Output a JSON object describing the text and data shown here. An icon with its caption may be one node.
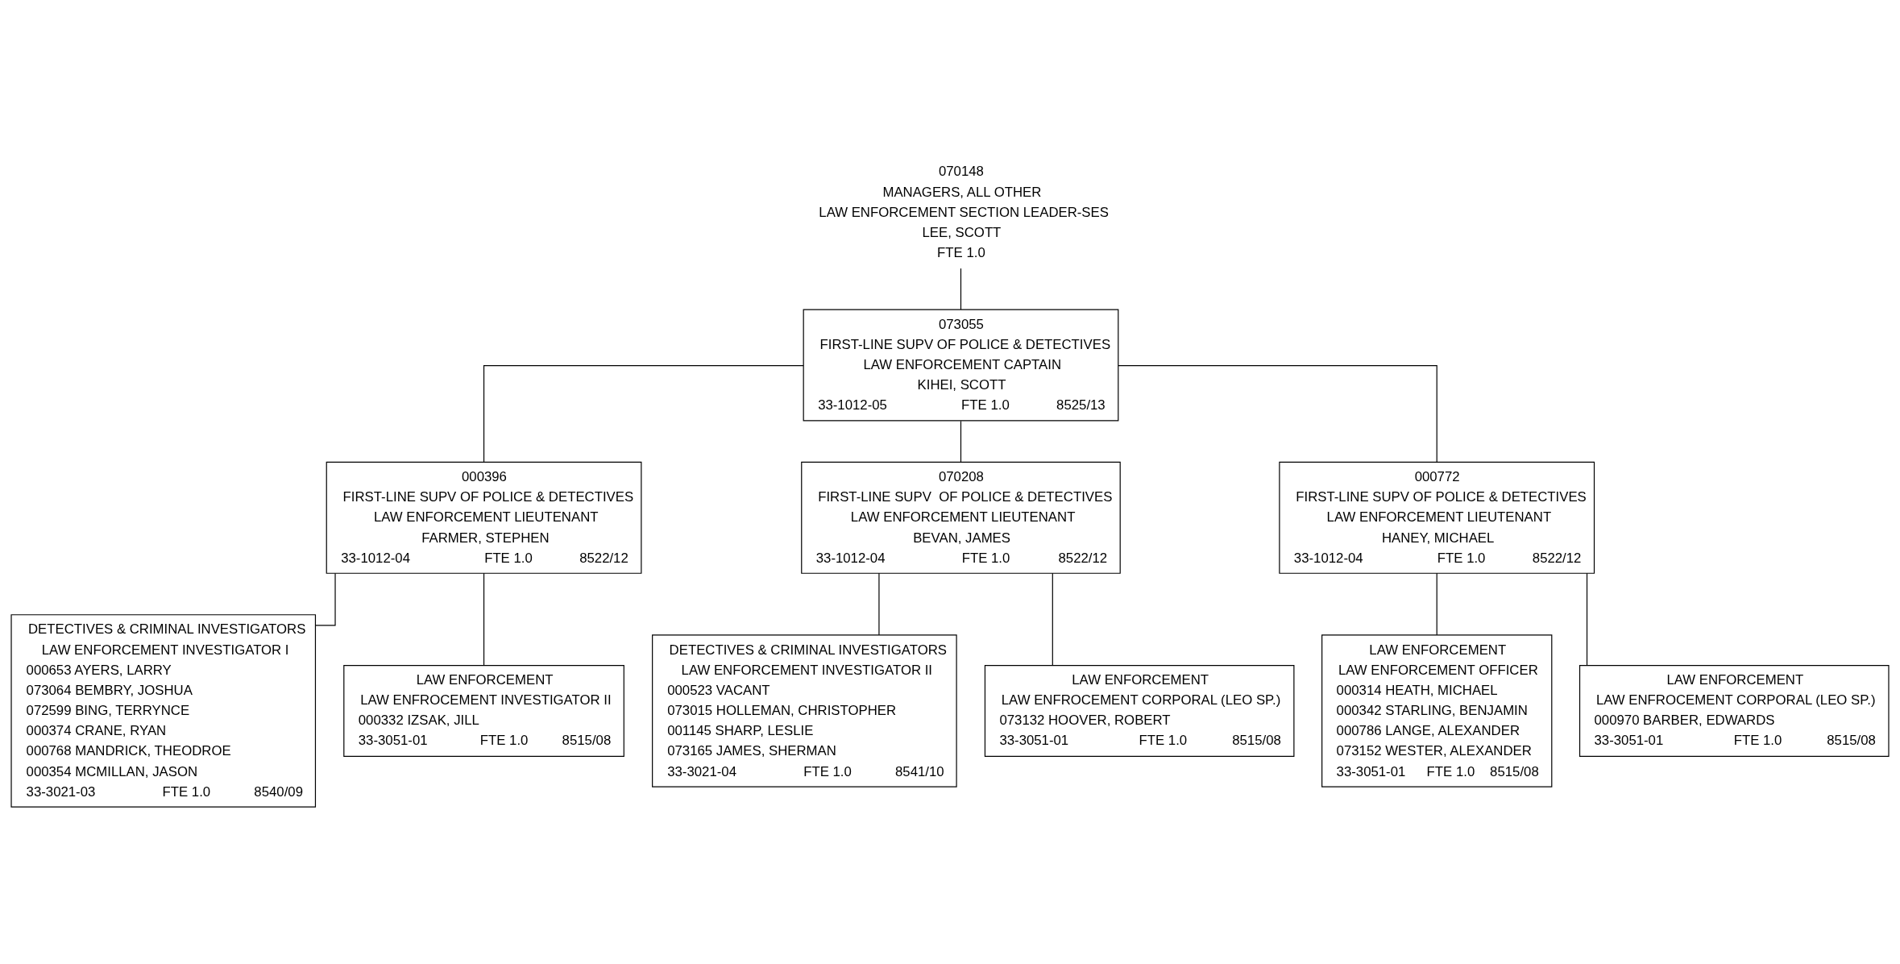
{
  "diagram": {
    "nodes": [
      {
        "text": [
          "070148",
          "MANAGERS, ALL OTHER",
          "LAW ENFORCEMENT SECTION LEADER-SES",
          "LEE, SCOTT",
          "FTE 1.0"
        ]
      },
      {
        "text": [
          "073055",
          "FIRST-LINE SUPV OF POLICE & DETECTIVES",
          "LAW ENFORCEMENT CAPTAIN",
          "KIHEI, SCOTT",
          "33-1012-05",
          "FTE 1.0",
          "8525/13"
        ]
      },
      {
        "text": [
          "000396",
          "FIRST-LINE SUPV OF POLICE & DETECTIVES",
          "LAW ENFORCEMENT LIEUTENANT",
          "FARMER, STEPHEN",
          "33-1012-04",
          "FTE 1.0",
          "8522/12"
        ]
      },
      {
        "text": [
          "070208",
          "FIRST-LINE SUPV  OF POLICE & DETECTIVES",
          "LAW ENFORCEMENT LIEUTENANT",
          "BEVAN, JAMES",
          "33-1012-04",
          "FTE 1.0",
          "8522/12"
        ]
      },
      {
        "text": [
          "000772",
          "FIRST-LINE SUPV OF POLICE & DETECTIVES",
          "LAW ENFORCEMENT LIEUTENANT",
          "HANEY, MICHAEL",
          "33-1012-04",
          "FTE 1.0",
          "8522/12"
        ]
      },
      {
        "text": [
          "DETECTIVES & CRIMINAL INVESTIGATORS",
          "LAW ENFORCEMENT INVESTIGATOR I",
          "000653 AYERS, LARRY",
          "073064 BEMBRY, JOSHUA",
          "072599 BING, TERRYNCE",
          "000374 CRANE, RYAN",
          "000768 MANDRICK, THEODROE",
          "000354 MCMILLAN, JASON",
          "33-3021-03",
          "FTE 1.0",
          "8540/09"
        ]
      },
      {
        "text": [
          "LAW ENFORCEMENT",
          "LAW ENFROCEMENT INVESTIGATOR II",
          "000332 IZSAK, JILL",
          "33-3051-01",
          "FTE 1.0",
          "8515/08"
        ]
      },
      {
        "text": [
          "DETECTIVES & CRIMINAL INVESTIGATORS",
          "LAW ENFORCEMENT INVESTIGATOR II",
          "000523 VACANT",
          "073015 HOLLEMAN, CHRISTOPHER",
          "001145 SHARP, LESLIE",
          "073165 JAMES, SHERMAN",
          "33-3021-04",
          "FTE 1.0",
          "8541/10"
        ]
      },
      {
        "text": [
          "LAW ENFORCEMENT",
          "LAW ENFROCEMENT CORPORAL (LEO SP.)",
          "073132 HOOVER, ROBERT",
          "33-3051-01",
          "FTE 1.0",
          "8515/08"
        ]
      },
      {
        "text": [
          "LAW ENFORCEMENT",
          "LAW ENFORCEMENT OFFICER",
          "000314 HEATH, MICHAEL",
          "000342 STARLING, BENJAMIN",
          "000786 LANGE, ALEXANDER",
          "073152 WESTER, ALEXANDER",
          "33-3051-01",
          "FTE 1.0",
          "8515/08"
        ]
      },
      {
        "text": [
          "LAW ENFORCEMENT",
          "LAW ENFROCEMENT CORPORAL (LEO SP.)",
          "000970 BARBER, EDWARDS",
          "33-3051-01",
          "FTE 1.0",
          "8515/08"
        ]
      }
    ],
    "edges": [
      {
        "from": 0,
        "to": 1,
        "arrow": "none"
      },
      {
        "from": 1,
        "to": 2,
        "arrow": "none"
      },
      {
        "from": 1,
        "to": 3,
        "arrow": "none"
      },
      {
        "from": 1,
        "to": 4,
        "arrow": "none"
      },
      {
        "from": 2,
        "to": 5,
        "arrow": "none"
      },
      {
        "from": 2,
        "to": 6,
        "arrow": "none"
      },
      {
        "from": 3,
        "to": 7,
        "arrow": "none"
      },
      {
        "from": 3,
        "to": 8,
        "arrow": "none"
      },
      {
        "from": 4,
        "to": 9,
        "arrow": "none"
      },
      {
        "from": 4,
        "to": 10,
        "arrow": "none"
      }
    ]
  }
}
